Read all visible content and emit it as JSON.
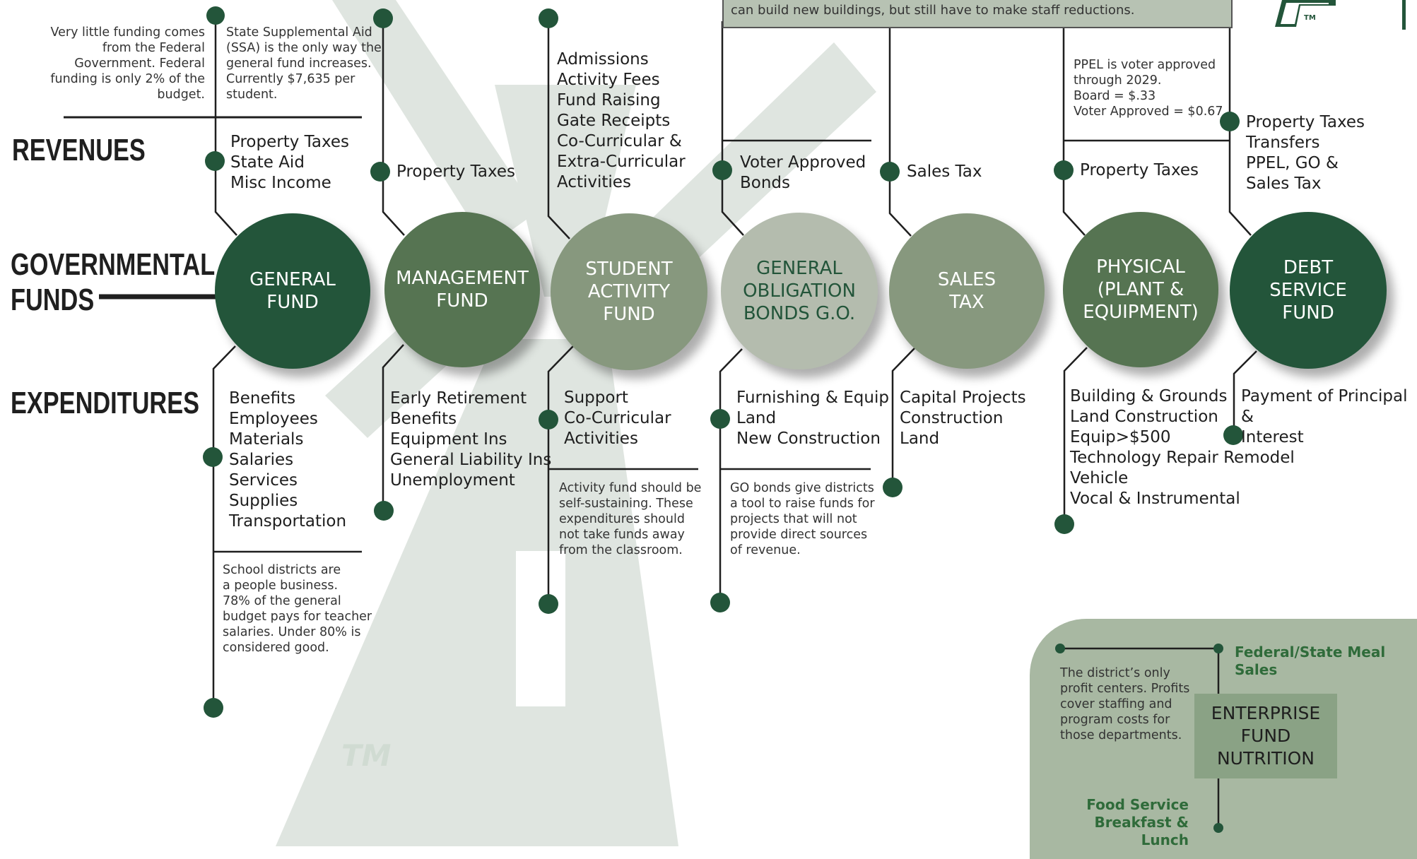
{
  "colors": {
    "dark_green": "#23553a",
    "mid_green": "#567452",
    "light_green": "#87987e",
    "pale_green": "#b4bcae",
    "watermark": "#dfe5e0",
    "enterprise_panel": "#a8b8a2",
    "enterprise_box": "#8aa285",
    "text_green": "#2f6b3a"
  },
  "headings": {
    "revenues": "REVENUES",
    "governmental_funds": "GOVERNMENTAL\nFUNDS",
    "expenditures": "EXPENDITURES"
  },
  "top_note": "can build new buildings, but still have to make staff reductions.",
  "notes": {
    "federal": "Very little funding comes\nfrom the Federal\nGovernment. Federal\nfunding is only 2% of the\nbudget.",
    "ssa": "State Supplemental Aid\n(SSA) is the only way the\ngeneral fund increases.\nCurrently $7,635 per\nstudent.",
    "ppel": "PPEL is voter approved\nthrough 2029.\nBoard = $.33\nVoter Approved = $0.67",
    "people": "School districts are\na people business.\n78% of the general\nbudget pays for teacher\nsalaries. Under 80% is\nconsidered good.",
    "activity": "Activity fund should be\nself-sustaining. These\nexpenditures should\nnot take funds away\nfrom the classroom.",
    "go_bonds": "GO bonds give districts\na tool to raise funds for\nprojects that will not\nprovide direct sources\nof revenue.",
    "enterprise": "The district’s only\nprofit centers. Profits\ncover staffing and\nprogram costs for\nthose departments."
  },
  "funds": [
    {
      "name": "GENERAL\nFUND",
      "revenues": "Property Taxes\nState Aid\nMisc Income",
      "expenditures": "Benefits\nEmployees\nMaterials\nSalaries\nServices\nSupplies\nTransportation"
    },
    {
      "name": "MANAGEMENT\nFUND",
      "revenues": "Property Taxes",
      "expenditures": "Early Retirement\nBenefits\nEquipment Ins\nGeneral Liability Ins\nUnemployment"
    },
    {
      "name": "STUDENT\nACTIVITY\nFUND",
      "revenues": "Admissions\nActivity Fees\nFund Raising\nGate Receipts\nCo-Curricular &\nExtra-Curricular\nActivities",
      "expenditures": "Support\nCo-Curricular\nActivities"
    },
    {
      "name": "GENERAL\nOBLIGATION\nBONDS G.O.",
      "revenues": "Voter Approved\nBonds",
      "expenditures": "Furnishing & Equip\nLand\nNew Construction"
    },
    {
      "name": "SALES\nTAX",
      "revenues": "Sales Tax",
      "expenditures": "Capital Projects\nConstruction\nLand"
    },
    {
      "name": "PHYSICAL\n(PLANT &\nEQUIPMENT)",
      "revenues": "Property Taxes",
      "expenditures": "Building & Grounds\nLand Construction\nEquip>$500\nTechnology Repair Remodel\nVehicle\nVocal & Instrumental"
    },
    {
      "name": "DEBT\nSERVICE\nFUND",
      "revenues": "Property Taxes\nTransfers\nPPEL, GO &\nSales Tax",
      "expenditures": "Payment of Principal &\nInterest"
    }
  ],
  "enterprise": {
    "name": "ENTERPRISE FUND\nNUTRITION",
    "revenue": "Federal/State Meal Sales",
    "expenditure": "Food Service\nBreakfast & Lunch"
  },
  "watermark_tm": "TM",
  "logo_tm": "TM"
}
